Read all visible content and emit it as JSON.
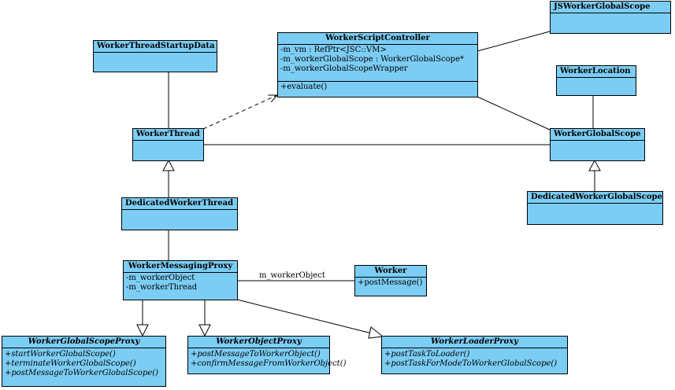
{
  "classes": {
    "worker_script_controller": {
      "name": "WorkerScriptController",
      "attributes": [
        "-m_vm : RefPtr<JSC::VM>",
        "-m_workerGlobalScope : WorkerGlobalScope*",
        "-m_workerGlobalScopeWrapper"
      ],
      "operations": [
        "+evaluate()"
      ]
    },
    "js_worker_global_scope": {
      "name": "JSWorkerGlobalScope"
    },
    "worker_thread_startup_data": {
      "name": "WorkerThreadStartupData"
    },
    "worker_location": {
      "name": "WorkerLocation"
    },
    "worker_thread": {
      "name": "WorkerThread"
    },
    "worker_global_scope": {
      "name": "WorkerGlobalScope"
    },
    "dedicated_worker_thread": {
      "name": "DedicatedWorkerThread"
    },
    "dedicated_worker_global_scope": {
      "name": "DedicatedWorkerGlobalScope"
    },
    "worker_messaging_proxy": {
      "name": "WorkerMessagingProxy",
      "attributes": [
        "-m_workerObject",
        "-m_workerThread"
      ]
    },
    "worker": {
      "name": "Worker",
      "operations": [
        "+postMessage()"
      ]
    },
    "worker_global_scope_proxy": {
      "name": "WorkerGlobalScopeProxy",
      "operations": [
        "+startWorkerGlobalScope()",
        "+terminateWorkerGlobalScope()",
        "+postMessageToWorkerGlobalScope()"
      ]
    },
    "worker_object_proxy": {
      "name": "WorkerObjectProxy",
      "operations": [
        "+postMessageToWorkerObject()",
        "+confirmMessageFromWorkerObject()"
      ]
    },
    "worker_loader_proxy": {
      "name": "WorkerLoaderProxy",
      "operations": [
        "+postTaskToLoader()",
        "+postTaskForModeToWorkerGlobalScope()"
      ]
    }
  },
  "edge_labels": {
    "m_worker_object": "m_workerObject"
  },
  "colors": {
    "class_fill": "#7ccdf3",
    "line": "#000000"
  }
}
